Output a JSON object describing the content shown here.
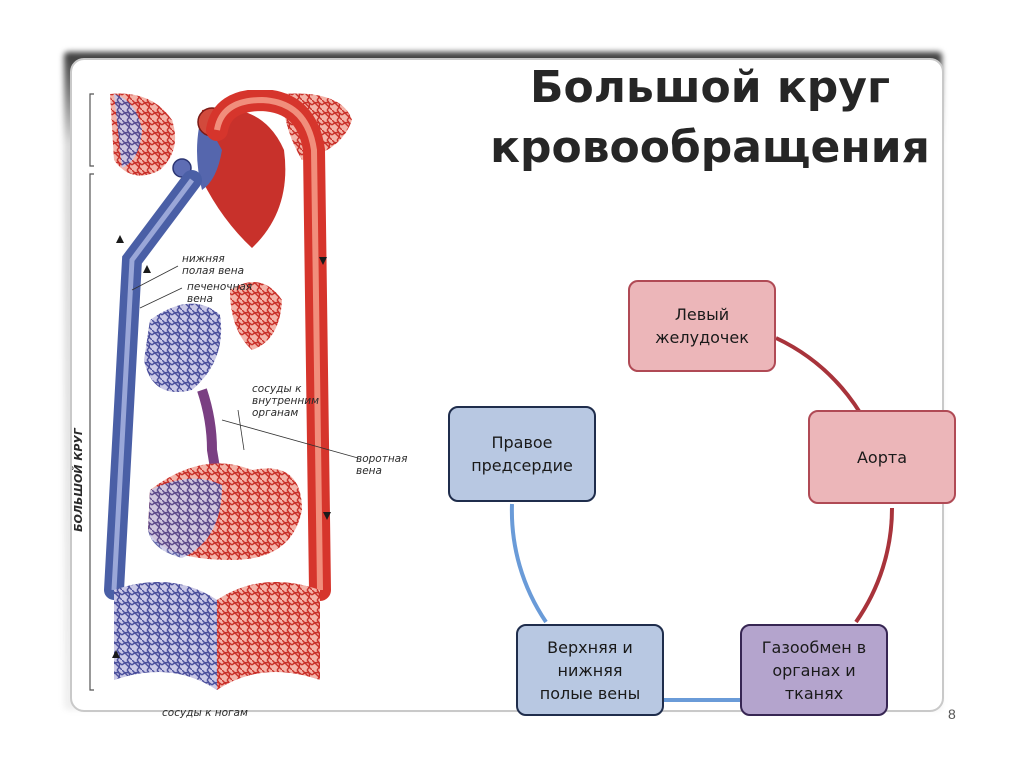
{
  "slide": {
    "title_line1": "Большой круг",
    "title_line2": "кровообращения",
    "page_number": "8"
  },
  "illustration": {
    "labels": {
      "inferior_vena_cava": "нижняя\nполая вена",
      "hepatic_vein": "печеночная\nвена",
      "internal_organ_vessels": "сосуды к\nвнутренним\nорганам",
      "portal_vein": "воротная\nвена",
      "leg_vessels": "сосуды к ногам",
      "systemic_circle": "БОЛЬШОЙ КРУГ"
    },
    "colors": {
      "arterial": "#d6352c",
      "venous": "#4a5fa6"
    }
  },
  "cycle": {
    "nodes": [
      {
        "id": "left-ventricle",
        "label": "Левый\nжелудочек",
        "style": "red"
      },
      {
        "id": "aorta",
        "label": "Аорта",
        "style": "red"
      },
      {
        "id": "gas-exchange",
        "label": "Газообмен в\nорганах и\nтканях",
        "style": "purple"
      },
      {
        "id": "vena-cava",
        "label": "Верхняя и\nнижняя\nполые вены",
        "style": "blue"
      },
      {
        "id": "right-atrium",
        "label": "Правое\nпредсердие",
        "style": "blue"
      }
    ],
    "colors": {
      "arterial_arc": "#a8333b",
      "venous_arc": "#6a9bd8"
    }
  }
}
